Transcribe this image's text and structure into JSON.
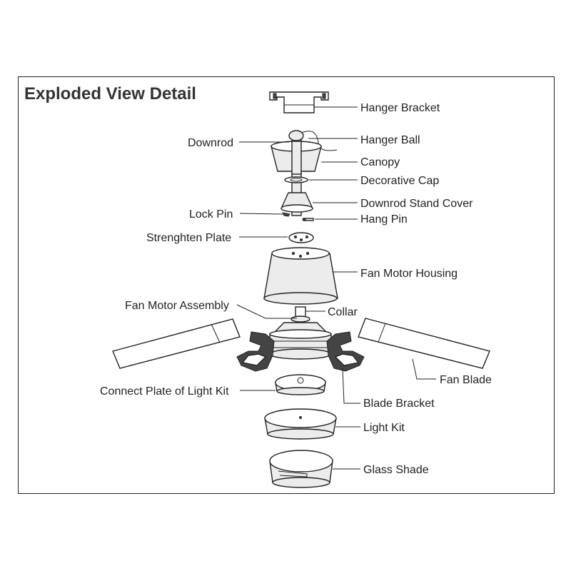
{
  "title": "Exploded View Detail",
  "labels": {
    "hanger_bracket": "Hanger Bracket",
    "downrod": "Downrod",
    "hanger_ball": "Hanger Ball",
    "canopy": "Canopy",
    "decorative_cap": "Decorative Cap",
    "downrod_stand_cover": "Downrod Stand Cover",
    "lock_pin": "Lock Pin",
    "hang_pin": "Hang Pin",
    "strenghten_plate": "Strenghten Plate",
    "fan_motor_housing": "Fan Motor Housing",
    "fan_motor_assembly": "Fan Motor Assembly",
    "collar": "Collar",
    "fan_blade": "Fan Blade",
    "connect_plate_of_light_kit": "Connect Plate of Light Kit",
    "blade_bracket": "Blade Bracket",
    "light_kit": "Light Kit",
    "glass_shade": "Glass Shade"
  }
}
